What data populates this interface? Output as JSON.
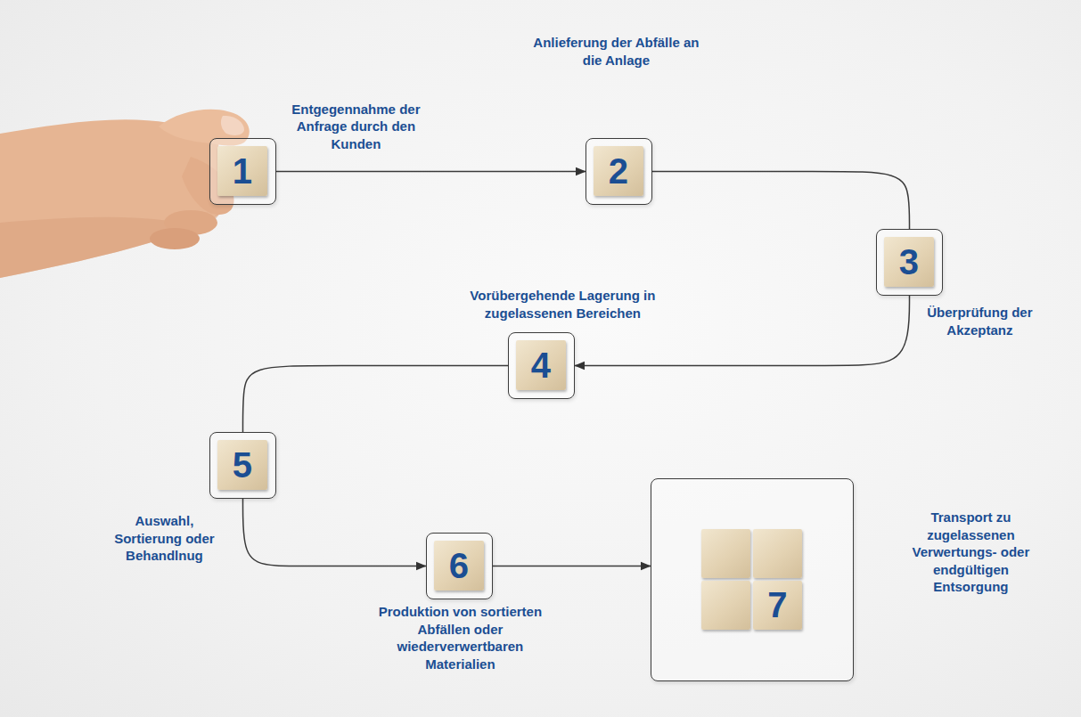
{
  "diagram": {
    "nodes": [
      {
        "text": [
          "1",
          "Entgegennahme der Anfrage durch den Kunden"
        ]
      },
      {
        "text": [
          "2",
          "Anlieferung der Abfälle an die Anlage"
        ]
      },
      {
        "text": [
          "3",
          "Überprüfung der Akzeptanz"
        ]
      },
      {
        "text": [
          "4",
          "Vorübergehende Lagerung in zugelassenen Bereichen"
        ]
      },
      {
        "text": [
          "5",
          "Auswahl, Sortierung oder Behandlnug"
        ]
      },
      {
        "text": [
          "6",
          "Produktion von sortierten Abfällen oder wiederverwertbaren Materialien"
        ]
      },
      {
        "text": [
          "7",
          "Transport zu zugelassenen Verwertungs- oder endgültigen Entsorgung"
        ]
      }
    ],
    "edges": [
      {
        "from": 0,
        "to": 1,
        "arrow": "to"
      },
      {
        "from": 1,
        "to": 2,
        "arrow": "none"
      },
      {
        "from": 2,
        "to": 3,
        "arrow": "to"
      },
      {
        "from": 3,
        "to": 4,
        "arrow": "none"
      },
      {
        "from": 4,
        "to": 5,
        "arrow": "to"
      },
      {
        "from": 5,
        "to": 6,
        "arrow": "to"
      }
    ]
  }
}
